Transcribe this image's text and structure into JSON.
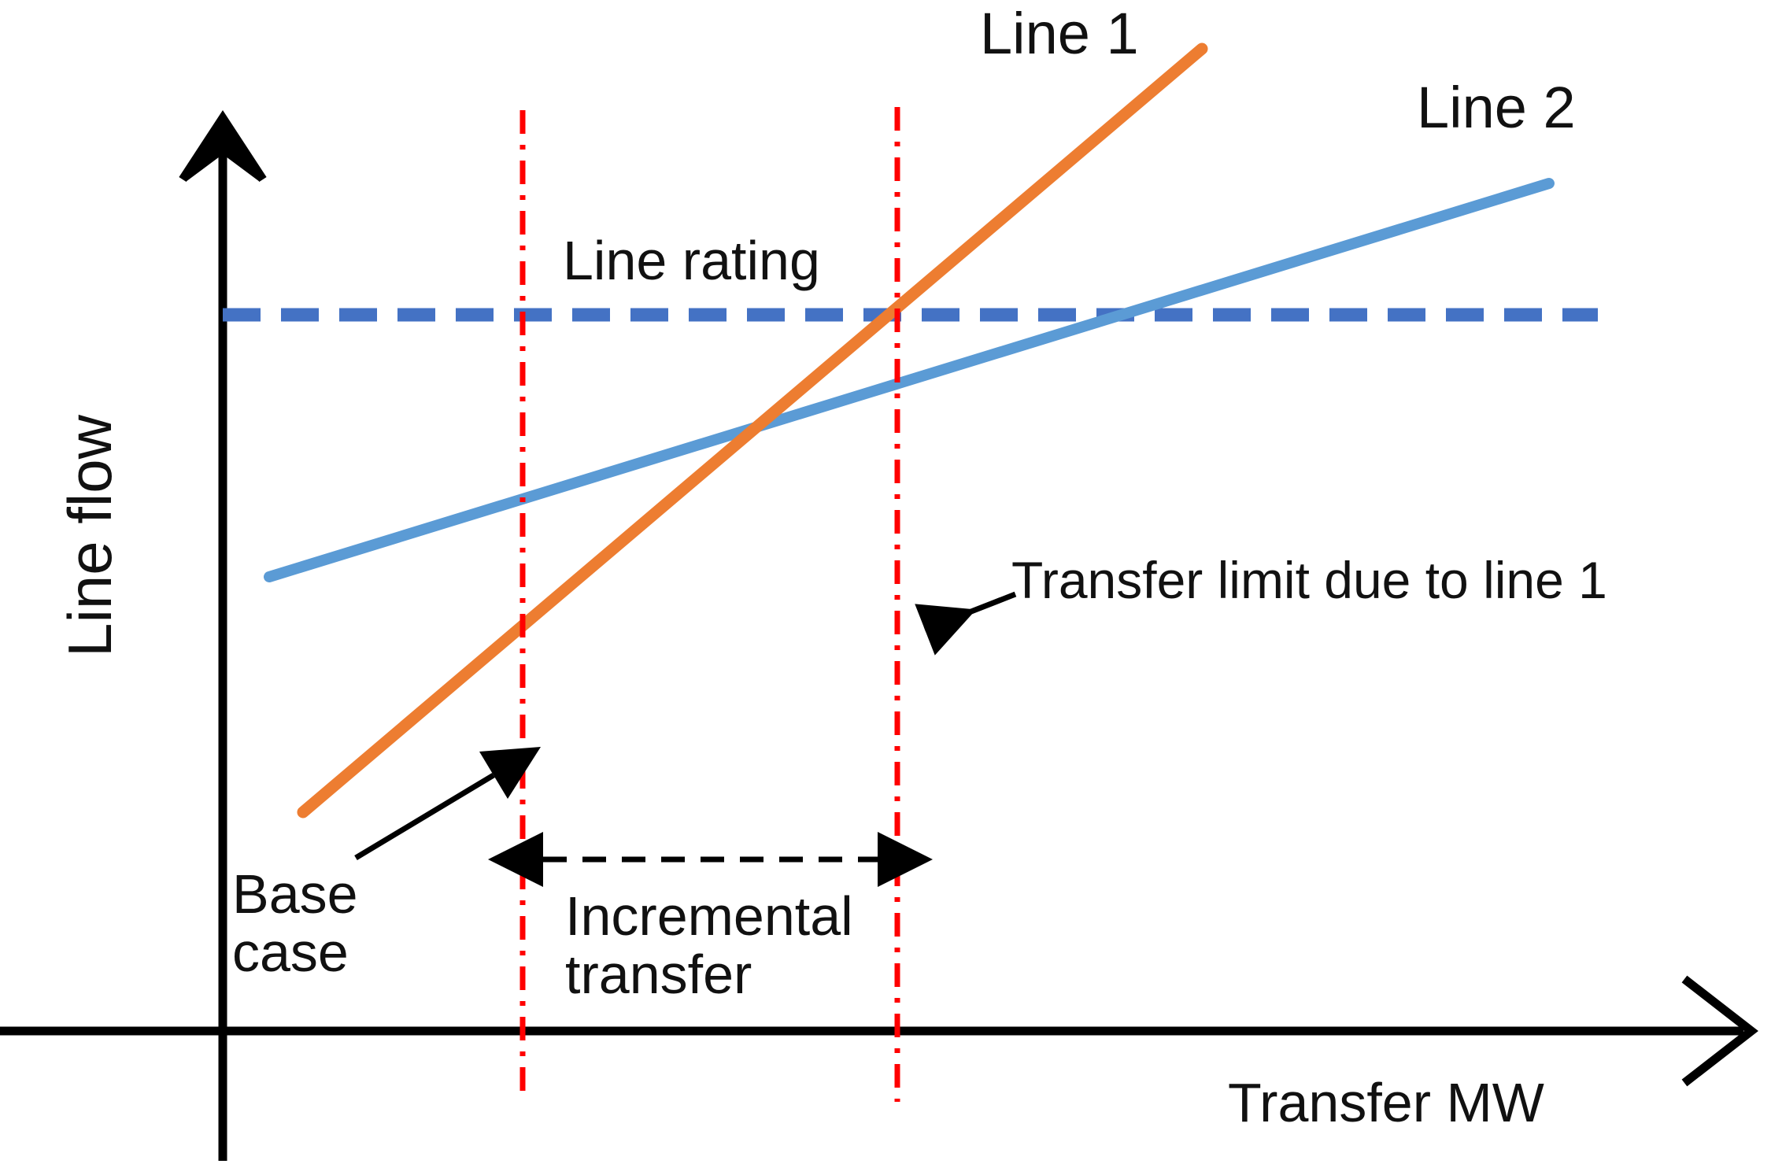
{
  "chart_data": {
    "type": "line",
    "title": "",
    "xlabel": "Transfer MW",
    "ylabel": "Line flow",
    "grid": false,
    "legend_position": "inline-end-labels",
    "axes": {
      "x_axis_arrow": true,
      "y_axis_arrow": true,
      "x_ticks": [],
      "y_ticks": [],
      "xlim": [
        0,
        100
      ],
      "ylim": [
        0,
        100
      ]
    },
    "series": [
      {
        "name": "Line 1",
        "color": "#ED7D31",
        "style": "solid",
        "x": [
          6,
          76
        ],
        "y": [
          23,
          93
        ],
        "label": "Line 1"
      },
      {
        "name": "Line 2",
        "color": "#5B9BD5",
        "style": "solid",
        "x": [
          3,
          85
        ],
        "y": [
          50,
          75
        ],
        "label": "Line 2"
      },
      {
        "name": "Line rating",
        "color": "#4472C4",
        "style": "dashed",
        "x": [
          0,
          90
        ],
        "y": [
          70,
          70
        ],
        "label": "Line rating"
      }
    ],
    "markers": [
      {
        "name": "base-case-marker",
        "type": "vertical-line",
        "style": "dash-dot",
        "color": "#FF0000",
        "x": 20,
        "label": "Base case"
      },
      {
        "name": "transfer-limit-marker",
        "type": "vertical-line",
        "style": "dash-dot",
        "color": "#FF0000",
        "x": 44,
        "label": "Transfer limit due to line 1"
      }
    ],
    "annotations": [
      {
        "name": "line-1-label",
        "text": "Line 1"
      },
      {
        "name": "line-2-label",
        "text": "Line 2"
      },
      {
        "name": "line-rating-label",
        "text": "Line rating"
      },
      {
        "name": "transfer-limit-label",
        "text": "Transfer limit due to line 1",
        "arrow": "left-down"
      },
      {
        "name": "base-case-label",
        "text": "Base case",
        "arrow": "up-right"
      },
      {
        "name": "incremental-transfer-label",
        "text": "Incremental transfer",
        "arrow": "double-headed-dashed"
      }
    ]
  },
  "labels": {
    "line1": "Line 1",
    "line2": "Line 2",
    "line_rating": "Line rating",
    "transfer_limit": "Transfer limit due to line 1",
    "base_case_line1": "Base",
    "base_case_line2": "case",
    "incremental_line1": "Incremental",
    "incremental_line2": "transfer",
    "x_axis": "Transfer MW",
    "y_axis": "Line flow"
  },
  "colors": {
    "line1": "#ED7D31",
    "line2": "#5B9BD5",
    "rating": "#4472C4",
    "marker": "#FF0000",
    "axis": "#000000",
    "text": "#111111"
  }
}
